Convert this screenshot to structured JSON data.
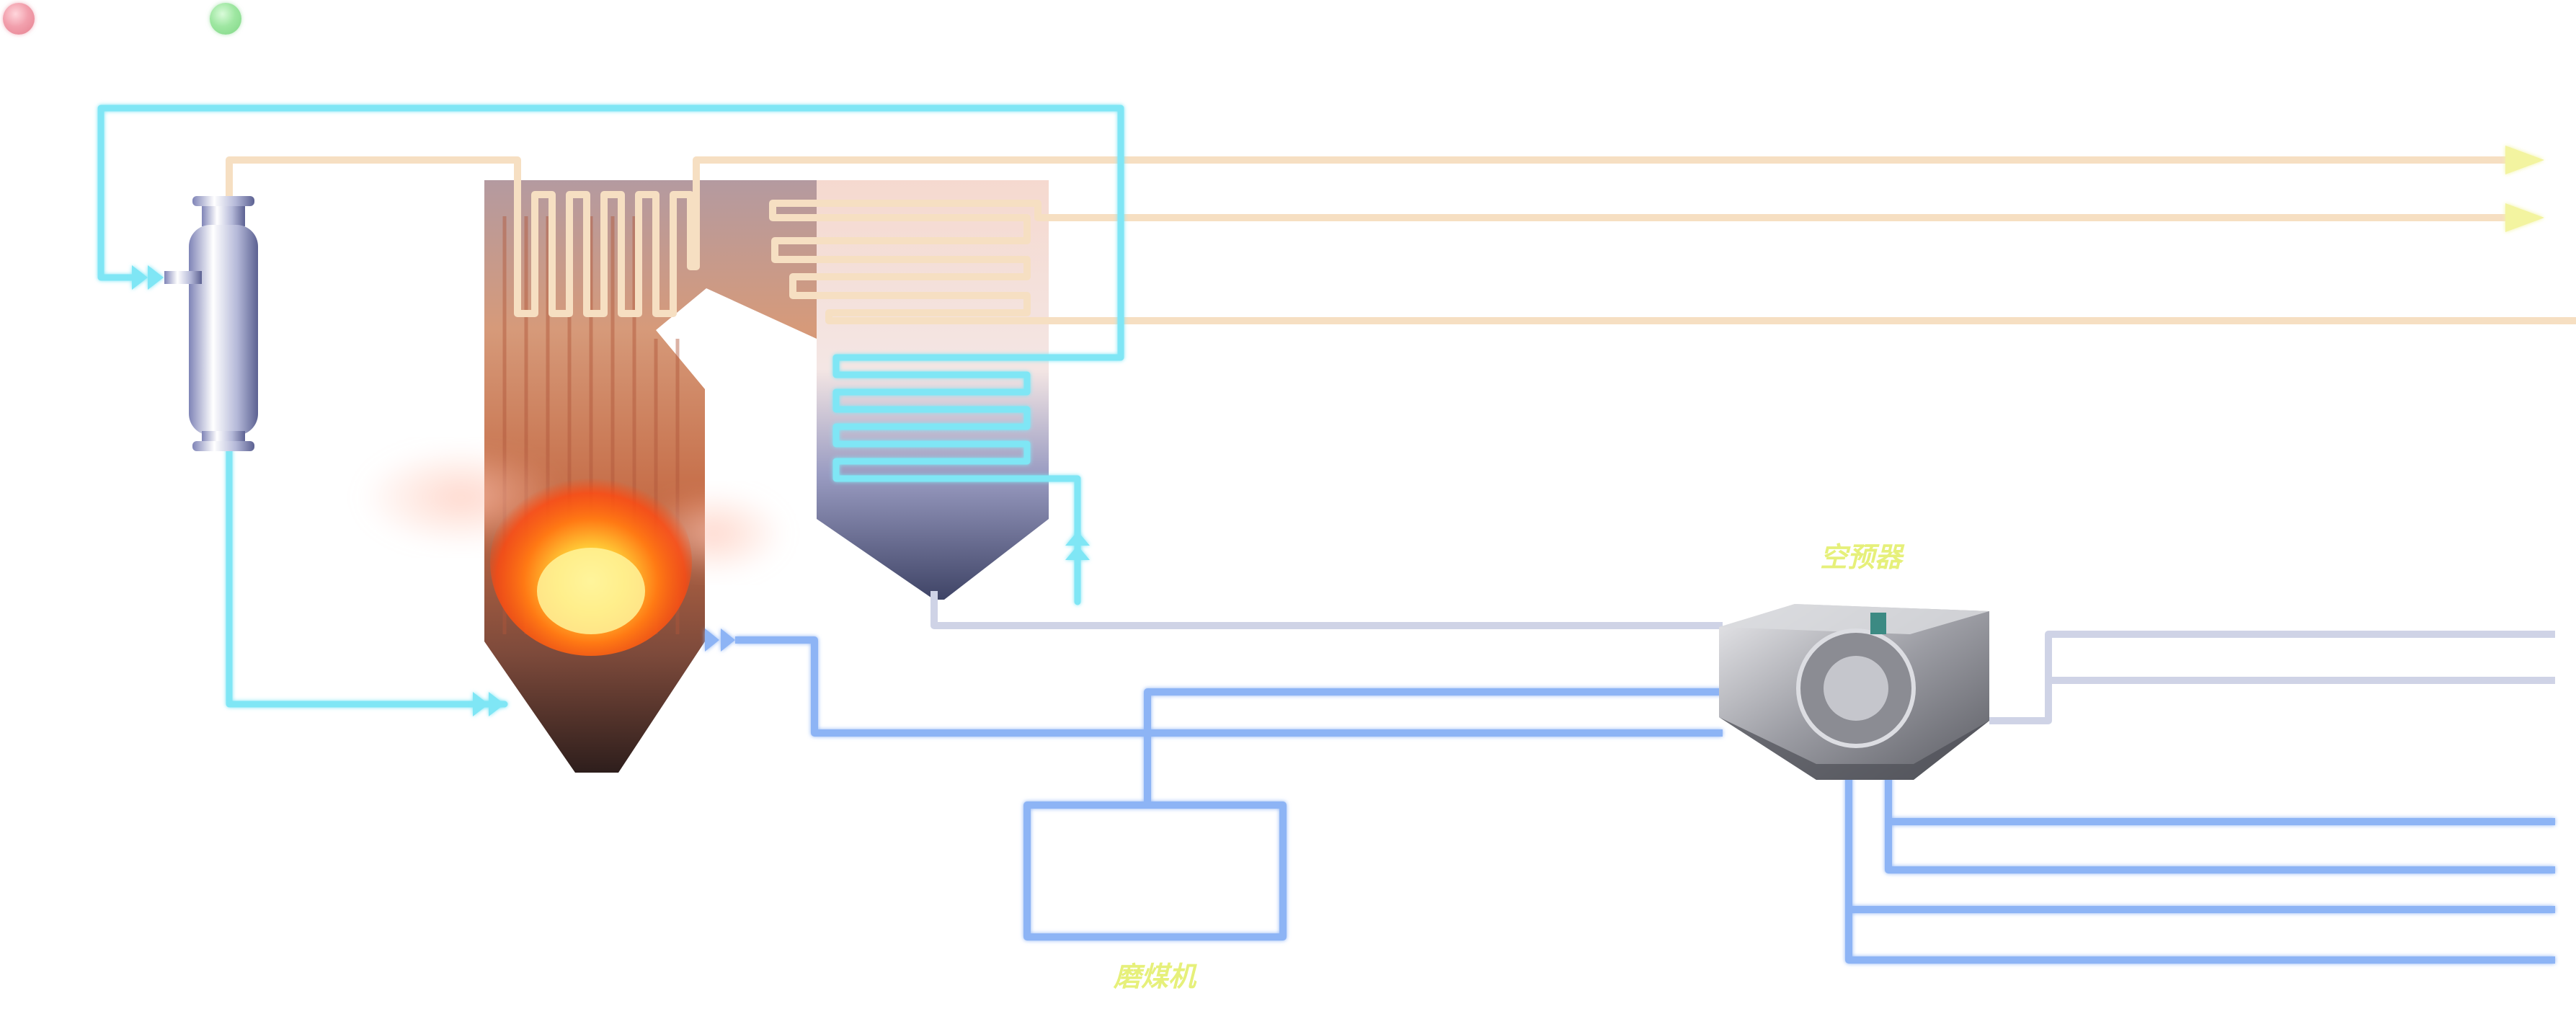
{
  "labels": {
    "air_preheater": "空预器",
    "coal_mill": "磨煤机"
  },
  "indicators": [
    {
      "name": "alarm",
      "color": "#f2a0ad"
    },
    {
      "name": "running",
      "color": "#9fe7a2"
    }
  ],
  "colors": {
    "water": "#7fe6f5",
    "steam": "#f6dfc2",
    "flue_gas": "#cfd3e6",
    "air": "#8db4f5",
    "label": "#e6f07a",
    "arrow_steam": "#f3f4a0"
  }
}
